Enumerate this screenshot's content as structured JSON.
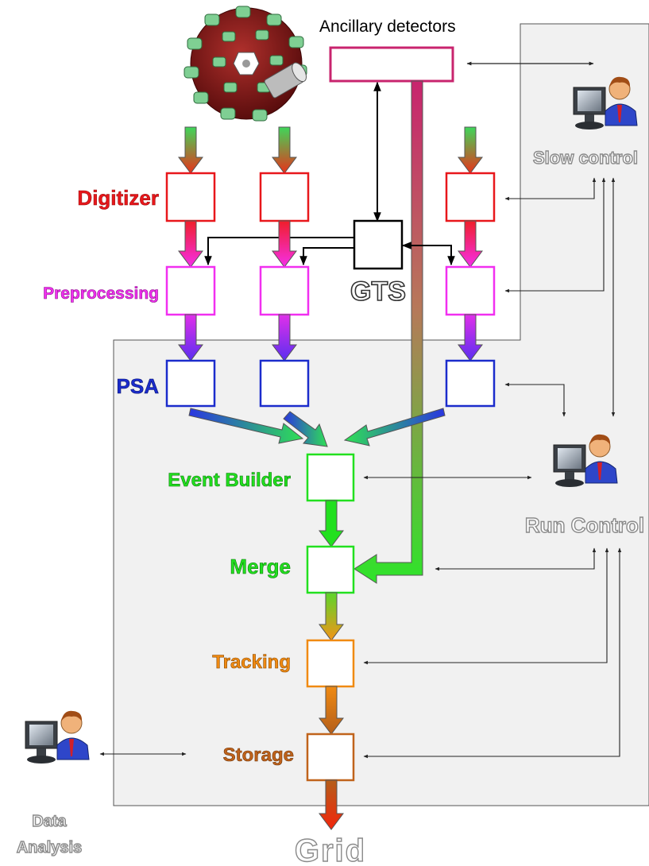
{
  "title": "Ancillary detectors",
  "stages": {
    "digitizer": "Digitizer",
    "preprocessing": "Preprocessing",
    "psa": "PSA",
    "event_builder": "Event Builder",
    "merge": "Merge",
    "tracking": "Tracking",
    "storage": "Storage"
  },
  "gts": "GTS",
  "control": {
    "slow_control": "Slow control",
    "run_control": "Run Control",
    "data_analysis_line1": "Data",
    "data_analysis_line2": "Analysis"
  },
  "output": "Grid",
  "colors": {
    "digitizer": "#e8171b",
    "preprocessing": "#f12ff0",
    "psa": "#1b2ccc",
    "event_builder": "#22e01f",
    "merge": "#22e01f",
    "tracking": "#f08a12",
    "storage": "#c0631b",
    "ancillary_box": "#c8246e",
    "panel": "#f1f1f1"
  },
  "icons": {
    "detector": "germanium-detector-array-icon",
    "operator": "operator-at-computer-icon"
  }
}
